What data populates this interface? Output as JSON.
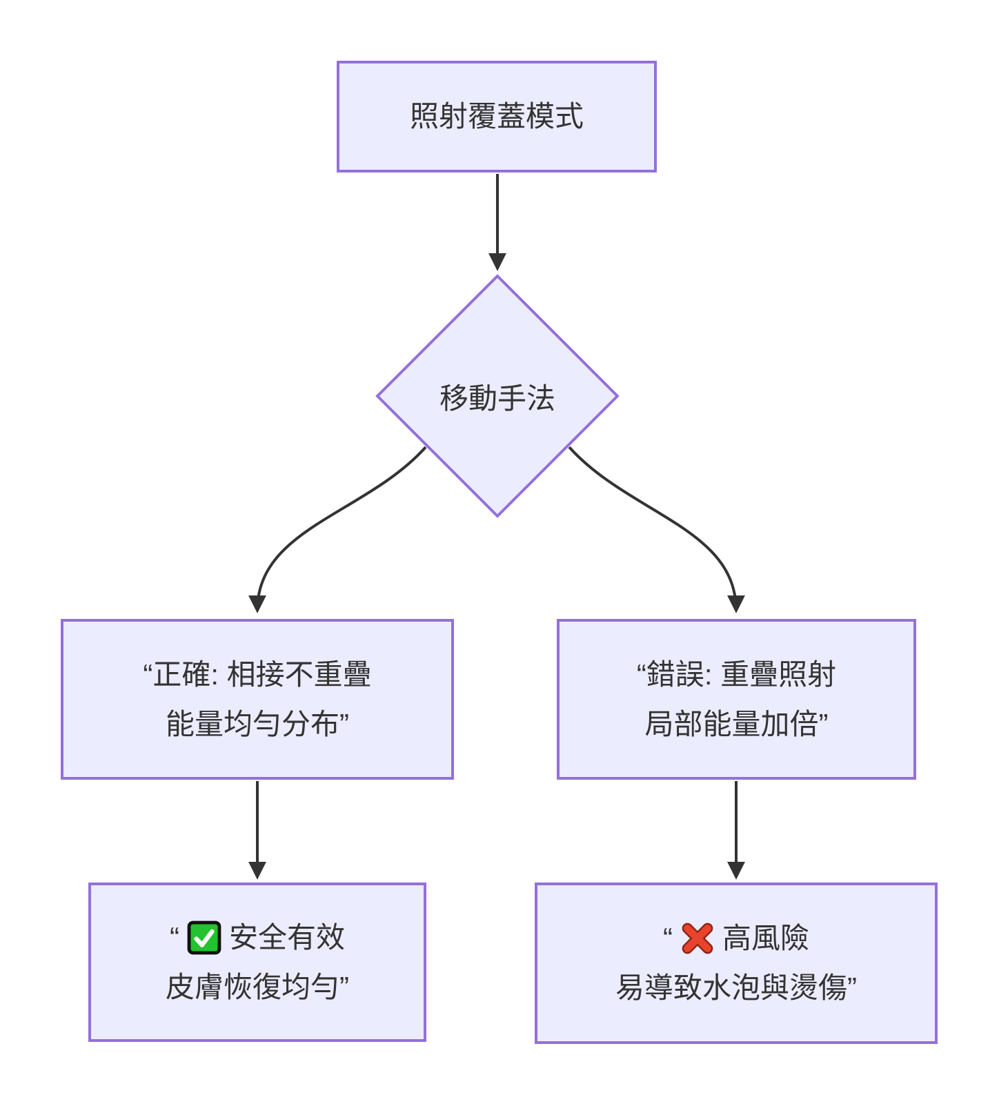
{
  "diagram_type": "flowchart-top-down",
  "colors": {
    "background": "#FFFFFF",
    "node_fill": "#ECECFF",
    "node_border": "#9370DB",
    "text": "#333333",
    "edge": "#333333",
    "check_green": "#22C32E",
    "check_border": "#111111",
    "check_mark": "#FFFFFF",
    "cross_red": "#E8432C",
    "cross_outline": "#8F2412"
  },
  "nodes": {
    "coverage_mode": {
      "shape": "rectangle",
      "label": "照射覆蓋模式"
    },
    "technique": {
      "shape": "diamond",
      "label": "移動手法"
    },
    "correct": {
      "shape": "rectangle",
      "line1": "“正確: 相接不重疊",
      "line2": "能量均勻分布”"
    },
    "wrong": {
      "shape": "rectangle",
      "line1": "“錯誤: 重疊照射",
      "line2": "局部能量加倍”"
    },
    "safe": {
      "shape": "rectangle",
      "quote_open": "“",
      "icon": "check-mark-emoji",
      "line1": "安全有效",
      "line2": "皮膚恢復均勻”"
    },
    "risk": {
      "shape": "rectangle",
      "quote_open": "“",
      "icon": "cross-mark-emoji",
      "line1": "高風險",
      "line2": "易導致水泡與燙傷”"
    }
  },
  "edges": [
    {
      "from": "coverage_mode",
      "to": "technique"
    },
    {
      "from": "technique",
      "to": "correct"
    },
    {
      "from": "technique",
      "to": "wrong"
    },
    {
      "from": "correct",
      "to": "safe"
    },
    {
      "from": "wrong",
      "to": "risk"
    }
  ]
}
